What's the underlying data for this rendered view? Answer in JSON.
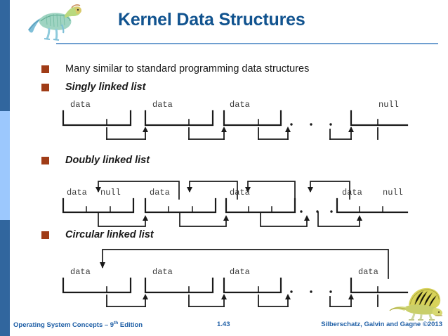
{
  "slide": {
    "title": "Kernel Data Structures",
    "accent_blue": "#11538f",
    "bar_dark": "#31669e",
    "bar_light": "#9cc8fd",
    "bullet_color": "#a03c17",
    "rule_color": "#6f9fd0"
  },
  "bullets": [
    {
      "label": "Many similar to standard programming data structures",
      "emphasis": false
    },
    {
      "label": "Singly linked list",
      "emphasis": true
    },
    {
      "label": "Doubly linked list",
      "emphasis": true
    },
    {
      "label": "Circular linked list",
      "emphasis": true
    }
  ],
  "diagrams": {
    "singly": {
      "node_labels": [
        "data",
        "data",
        "data",
        "null"
      ],
      "ellipsis": ". . .",
      "cells_per_node": 2
    },
    "doubly": {
      "node_labels": [
        "data null",
        "data",
        "data",
        "data  null"
      ],
      "first_node_labels": [
        "data",
        "null"
      ],
      "last_node_labels": [
        "data",
        "null"
      ],
      "ellipsis": ". . .",
      "cells_per_node": 3
    },
    "circular": {
      "node_labels": [
        "data",
        "data",
        "data",
        "data"
      ],
      "ellipsis": ". . .",
      "cells_per_node": 2
    }
  },
  "footer": {
    "left_text": "Operating System Concepts – 9",
    "left_sup": "th",
    "left_text_end": " Edition",
    "page_number": "1.43",
    "right_text": "Silberschatz, Galvin and Gagne ©2013"
  },
  "icons": {
    "header_dino": "dinosaur-illustration",
    "footer_dino": "dimetrodon-illustration"
  }
}
